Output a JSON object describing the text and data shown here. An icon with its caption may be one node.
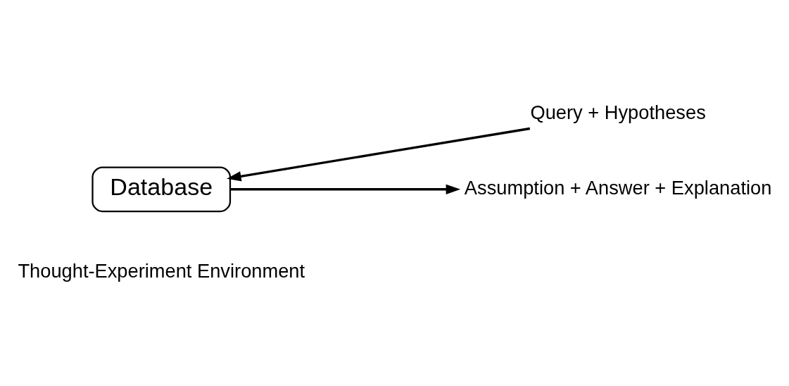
{
  "diagram": {
    "nodes": [
      {
        "text": [
          "Query + Hypotheses"
        ]
      },
      {
        "text": [
          "Database"
        ]
      },
      {
        "text": [
          "Assumption + Answer + Explanation"
        ]
      }
    ],
    "edges": [
      {
        "from": 0,
        "to": 1,
        "arrow": "to"
      },
      {
        "from": 1,
        "to": 2,
        "arrow": "to"
      }
    ],
    "labels": [
      "Thought-Experiment Environment"
    ]
  }
}
